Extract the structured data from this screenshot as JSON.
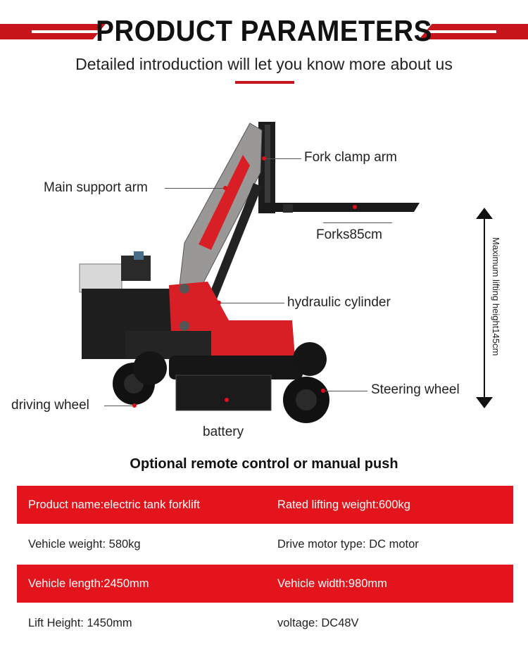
{
  "header": {
    "title": "PRODUCT PARAMETERS",
    "subtitle": "Detailed introduction will let you know more about us"
  },
  "callouts": {
    "fork_clamp_arm": "Fork clamp arm",
    "main_support_arm": "Main support arm",
    "forks": "Forks85cm",
    "hydraulic_cylinder": "hydraulic cylinder",
    "steering_wheel": "Steering wheel",
    "driving_wheel": "driving wheel",
    "battery": "battery",
    "max_height": "Maximum lifting height145cm"
  },
  "optional_note": "Optional remote control or manual push",
  "specs": [
    {
      "left": "Product name:electric tank forklift",
      "right": "Rated lifting weight:600kg",
      "highlight": true
    },
    {
      "left": "Vehicle weight: 580kg",
      "right": "Drive motor type: DC motor",
      "highlight": false
    },
    {
      "left": "Vehicle length:2450mm",
      "right": "Vehicle width:980mm",
      "highlight": true
    },
    {
      "left": "Lift Height: 1450mm",
      "right": "voltage: DC48V",
      "highlight": false
    }
  ],
  "colors": {
    "accent": "#e3141b",
    "dark": "#1a1a1a"
  }
}
